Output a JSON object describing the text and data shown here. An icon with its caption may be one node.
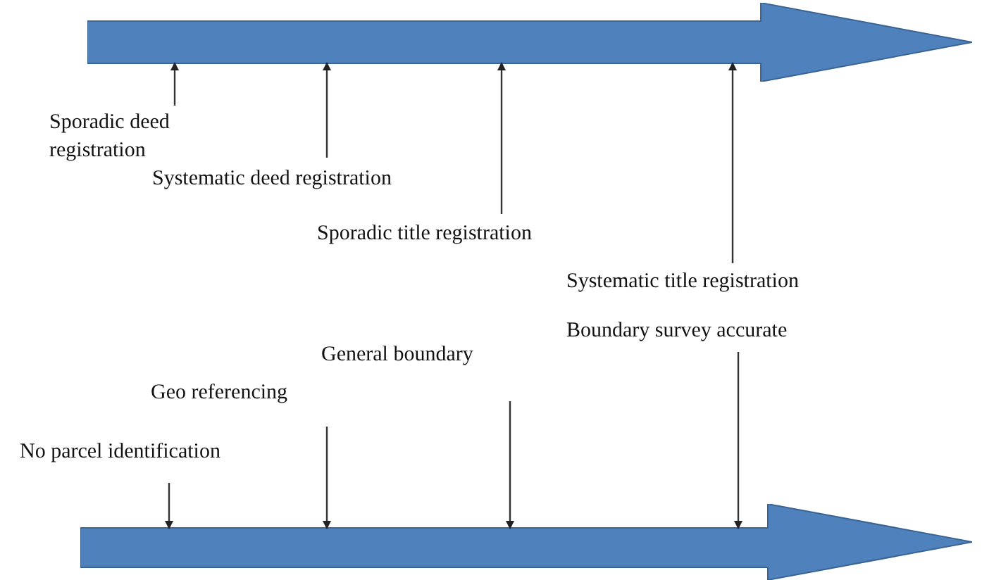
{
  "diagram": {
    "nodes": [
      {
        "text": [],
        "shape": "arrow"
      },
      {
        "text": [],
        "shape": "arrow"
      },
      {
        "text": [
          "Sporadic deed registration"
        ]
      },
      {
        "text": [
          "Systematic deed registration"
        ]
      },
      {
        "text": [
          "Sporadic title registration"
        ]
      },
      {
        "text": [
          "Systematic title registration"
        ]
      },
      {
        "text": [
          "Boundary survey accurate"
        ]
      },
      {
        "text": [
          "General boundary"
        ]
      },
      {
        "text": [
          "Geo referencing"
        ]
      },
      {
        "text": [
          "No parcel identification"
        ]
      }
    ],
    "edges": [
      {
        "from": 2,
        "to": 0,
        "arrow": "to"
      },
      {
        "from": 3,
        "to": 0,
        "arrow": "to"
      },
      {
        "from": 4,
        "to": 0,
        "arrow": "to"
      },
      {
        "from": 5,
        "to": 0,
        "arrow": "to"
      },
      {
        "from": 9,
        "to": 1,
        "arrow": "to"
      },
      {
        "from": 8,
        "to": 1,
        "arrow": "to"
      },
      {
        "from": 7,
        "to": 1,
        "arrow": "to"
      },
      {
        "from": 6,
        "to": 1,
        "arrow": "to"
      }
    ]
  }
}
